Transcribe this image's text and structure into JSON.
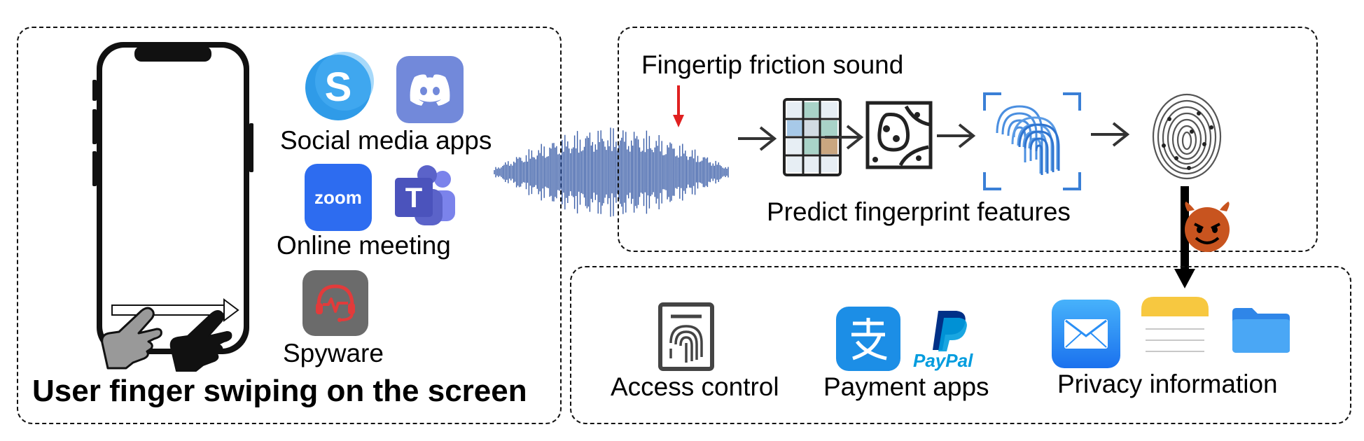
{
  "left_panel": {
    "caption": "User finger swiping on the screen",
    "groups": [
      {
        "label": "Social media apps",
        "icons": [
          "skype-icon",
          "discord-icon"
        ]
      },
      {
        "label": "Online meeting",
        "icons": [
          "zoom-icon",
          "teams-icon"
        ]
      },
      {
        "label": "Spyware",
        "icons": [
          "spyware-headset-icon"
        ]
      }
    ],
    "zoom_text": "zoom",
    "skype_letter": "S",
    "teams_letter": "T"
  },
  "top_panel": {
    "sound_label": "Fingertip friction sound",
    "caption": "Predict fingerprint features"
  },
  "bottom_panel": {
    "items": [
      {
        "label": "Access control"
      },
      {
        "label": "Payment apps"
      },
      {
        "label": "Privacy information"
      }
    ],
    "paypal_text": "PayPal"
  },
  "colors": {
    "skype": "#2f9be8",
    "discord": "#7289da",
    "zoom": "#2d6cf0",
    "teams": "#4b53bc",
    "spyware_bg": "#6b6b6b",
    "spyware_fg": "#e23b3b",
    "alipay": "#1c8ee6",
    "paypal_dark": "#003087",
    "paypal_light": "#009cde",
    "mail": "#2a8ff5",
    "notes": "#f7c840",
    "files": "#3f9df2",
    "devil": "#c8541f",
    "wave": "#3b5ea8",
    "red_arrow": "#e02020"
  }
}
